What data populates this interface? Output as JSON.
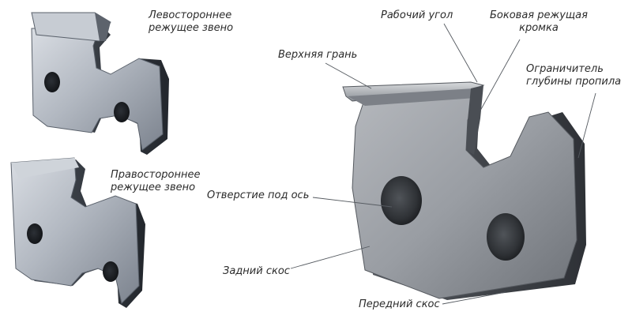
{
  "labels": {
    "left_link": [
      "Левостороннее",
      "режущее звено"
    ],
    "right_link": [
      "Правостороннее",
      "режущее звено"
    ],
    "working_angle": "Рабочий угол",
    "side_edge": [
      "Боковая режущая",
      "кромка"
    ],
    "top_face": "Верхняя грань",
    "depth_limiter": [
      "Ограничитель",
      "глубины пропила"
    ],
    "axle_hole": "Отверстие под ось",
    "rear_bevel": "Задний скос",
    "front_bevel": "Передний скос"
  }
}
